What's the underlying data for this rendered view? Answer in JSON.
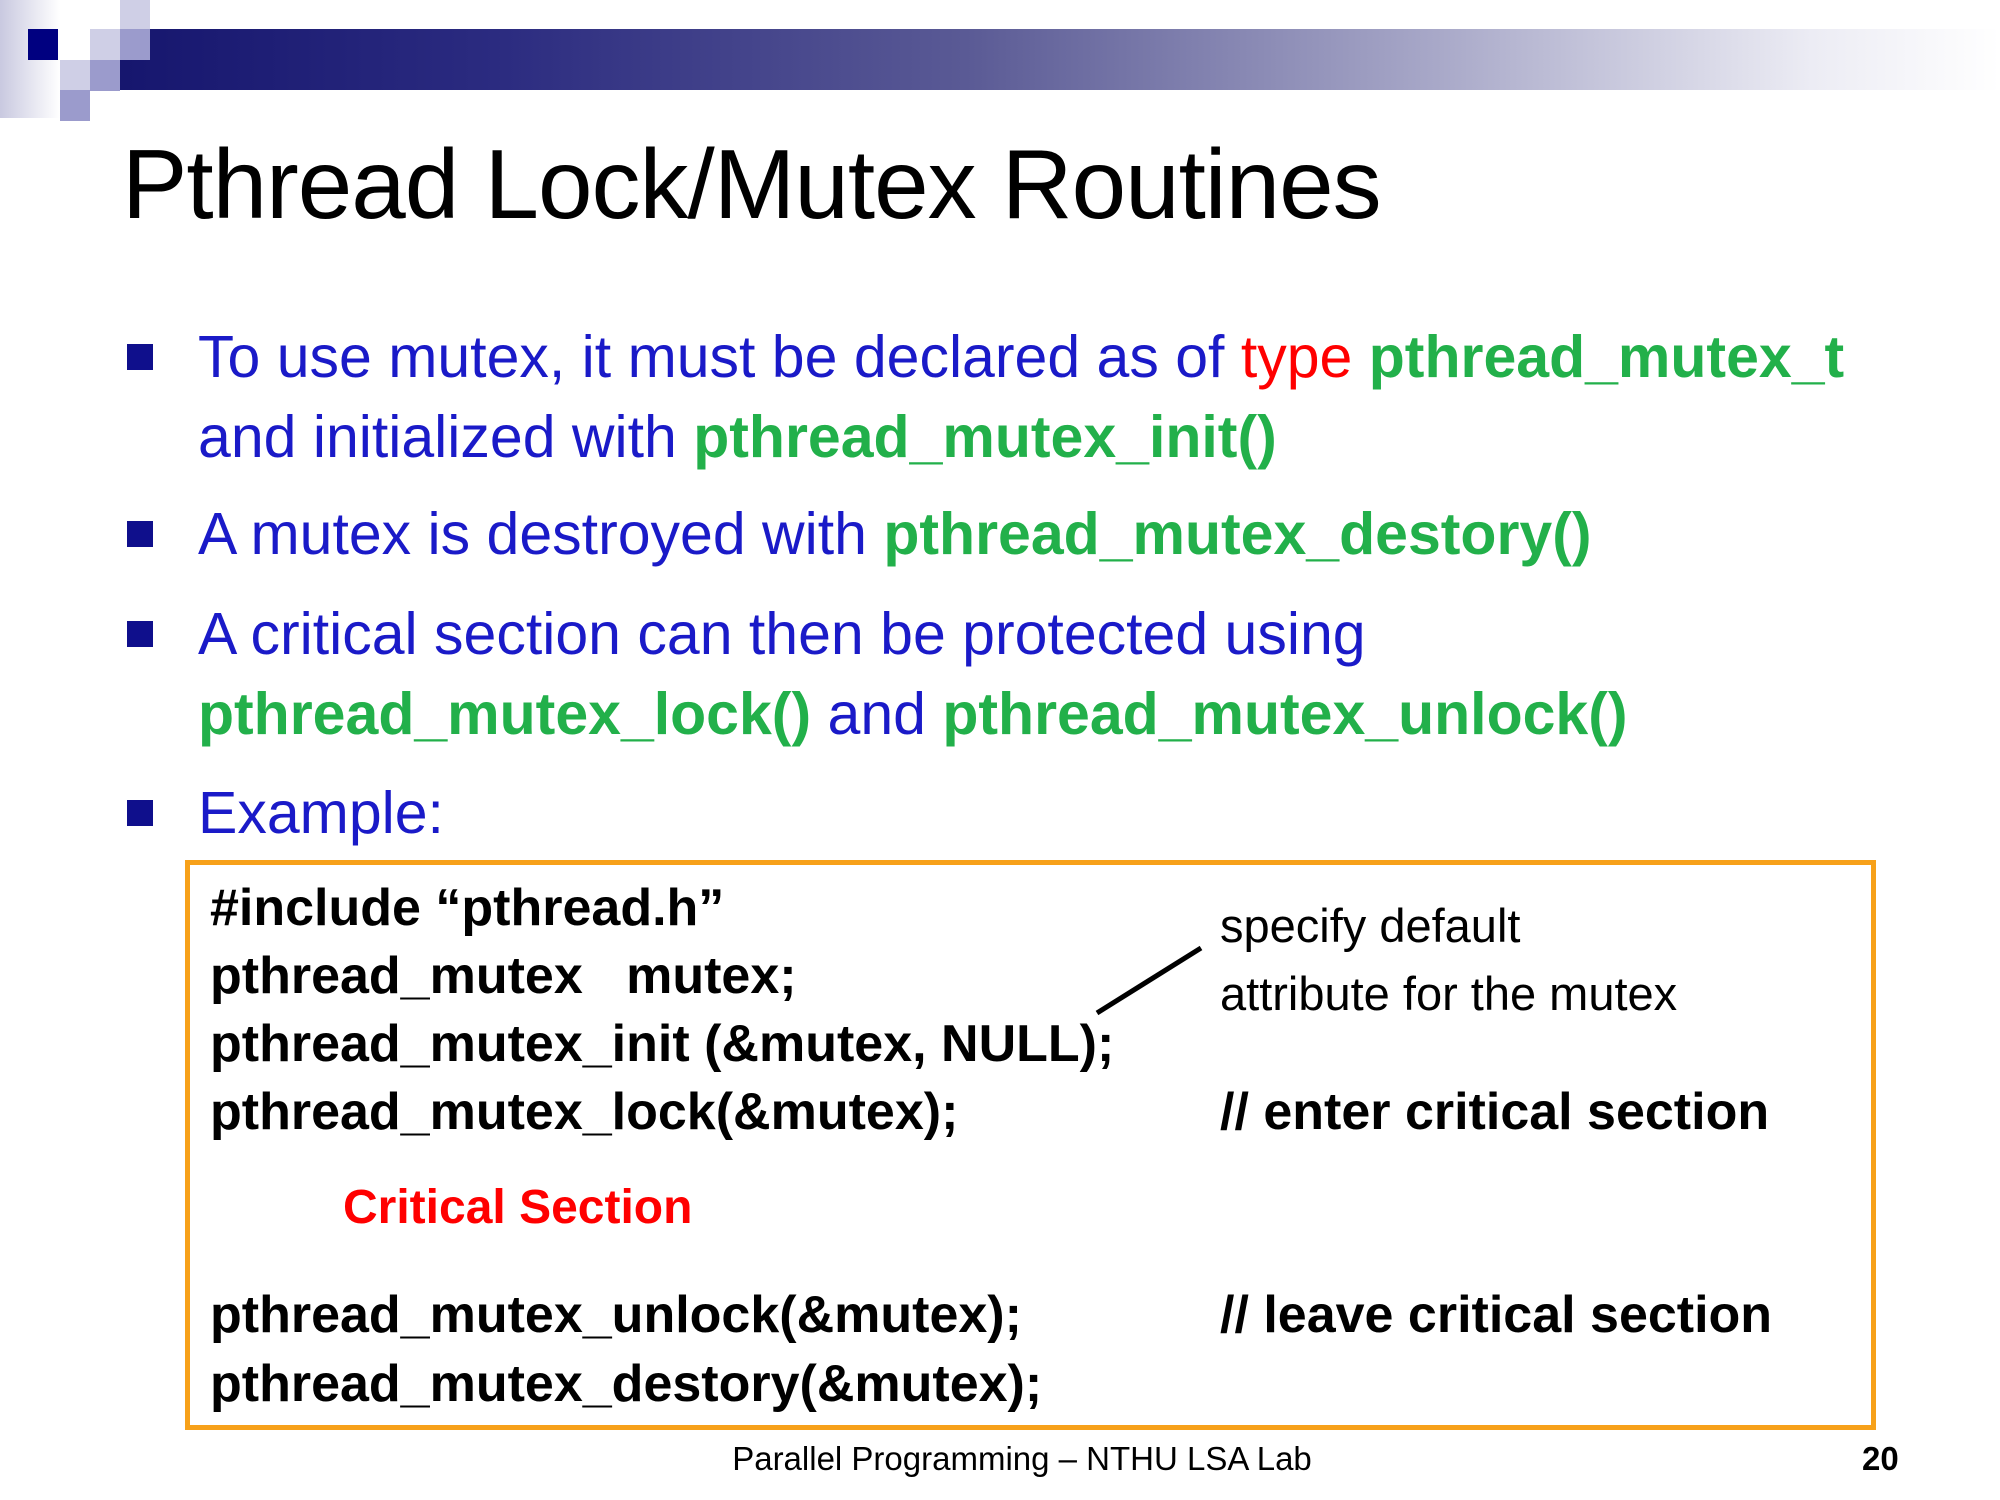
{
  "slide": {
    "title": "Pthread Lock/Mutex Routines",
    "bullets": [
      {
        "parts": [
          "To use mutex, it must be declared as of ",
          "type",
          " pthread_mutex_t"
        ],
        "line2": [
          "and initialized with ",
          "pthread_mutex_init()"
        ]
      },
      {
        "parts": [
          "A mutex is destroyed with ",
          "pthread_mutex_destory()"
        ]
      },
      {
        "parts": [
          "A critical section can then be protected using"
        ],
        "line2": [
          "pthread_mutex_lock()",
          " and ",
          "pthread_mutex_unlock()"
        ]
      },
      {
        "parts": [
          "Example:"
        ]
      }
    ],
    "code": {
      "lines": [
        "#include “pthread.h”",
        "pthread_mutex   mutex;",
        "pthread_mutex_init (&mutex, NULL);",
        "pthread_mutex_lock(&mutex);",
        "pthread_mutex_unlock(&mutex);",
        "pthread_mutex_destory(&mutex);"
      ],
      "critical_section": "Critical Section",
      "note_line1": "specify default",
      "note_line2": "attribute for the mutex",
      "comment_enter": "// enter critical section",
      "comment_leave": "// leave critical section"
    },
    "footer": "Parallel Programming – NTHU LSA Lab",
    "page_number": "20"
  },
  "colors": {
    "blue": "#1a1ac8",
    "green": "#22b04a",
    "red": "#ff0000",
    "orange": "#f7a11a",
    "navy": "#0f0f8c"
  }
}
